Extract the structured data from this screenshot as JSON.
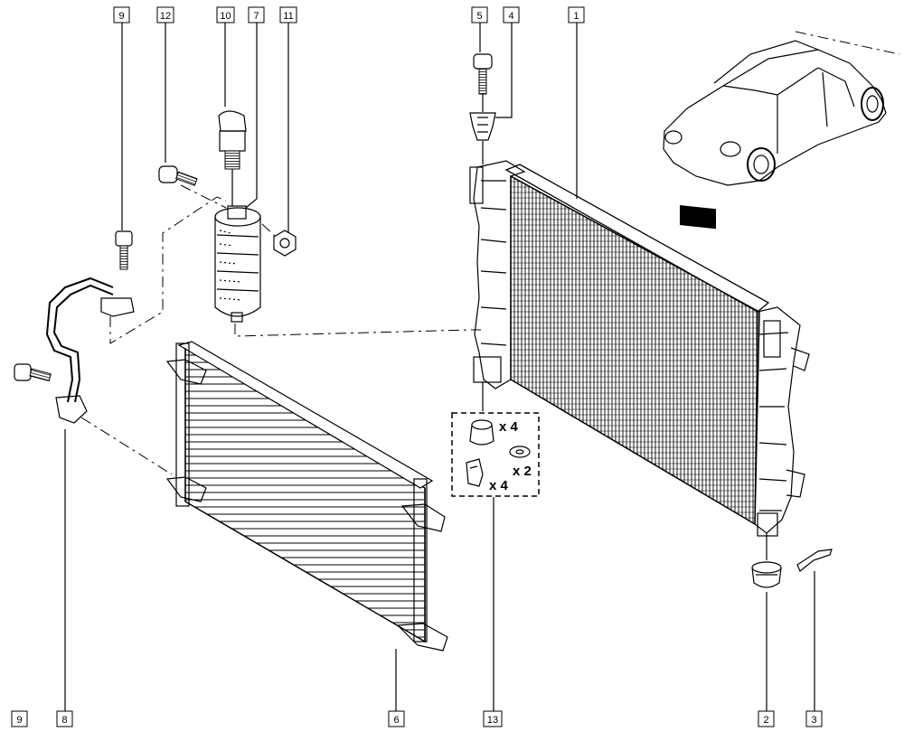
{
  "labels": {
    "l1": "1",
    "l2": "2",
    "l3": "3",
    "l4": "4",
    "l5": "5",
    "l6": "6",
    "l7": "7",
    "l8": "8",
    "l9a": "9",
    "l9b": "9",
    "l10": "10",
    "l11": "11",
    "l12": "12",
    "l13": "13"
  },
  "quantities": {
    "clips": "x 4",
    "grommets": "x 2",
    "brackets": "x 4"
  }
}
